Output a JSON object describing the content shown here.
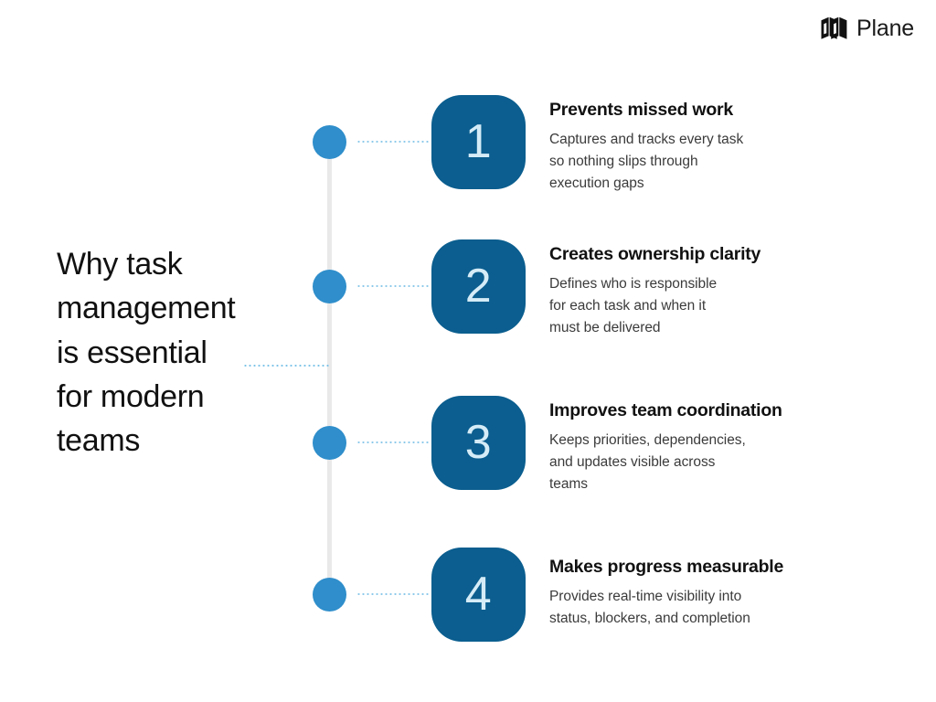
{
  "brand": {
    "name": "Plane",
    "logo_icon": "plane-parallelogram-logo",
    "logo_color": "#111111"
  },
  "headline": {
    "lines": [
      "Why task",
      "management",
      "is essential",
      "for modern",
      "teams"
    ],
    "full_text": "Why task management is essential for modern teams"
  },
  "colors": {
    "badge_fill": "#0b5e8f",
    "badge_number": "#d5ecf7",
    "marker_dot": "#2f8ecb",
    "spine_line": "#e9e9e9",
    "connector_dots": "#8cc9ea",
    "heading_text": "#111111",
    "body_text": "#3b3b3b",
    "background": "#ffffff"
  },
  "items": [
    {
      "number": "1",
      "title": "Prevents missed work",
      "body_lines": [
        "Captures and tracks every task",
        "so nothing slips through",
        "execution gaps"
      ],
      "body": "Captures and tracks every task so nothing slips through execution gaps"
    },
    {
      "number": "2",
      "title": "Creates ownership clarity",
      "body_lines": [
        "Defines who is responsible",
        "for each task and when it",
        "must be delivered"
      ],
      "body": "Defines who is responsible for each task and when it must be delivered"
    },
    {
      "number": "3",
      "title": "Improves team coordination",
      "body_lines": [
        "Keeps priorities, dependencies,",
        "and updates visible across",
        "teams"
      ],
      "body": "Keeps priorities, dependencies, and updates visible across teams"
    },
    {
      "number": "4",
      "title": "Makes progress measurable",
      "body_lines": [
        "Provides real-time visibility into",
        "status, blockers, and completion"
      ],
      "body": "Provides real-time visibility into status, blockers, and completion"
    }
  ]
}
